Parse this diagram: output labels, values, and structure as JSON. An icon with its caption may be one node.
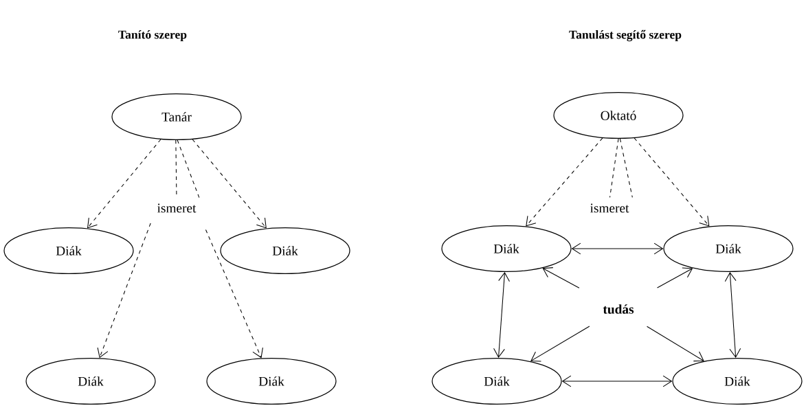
{
  "diagram": {
    "nodes": [
      {
        "text": [
          "Tanár"
        ]
      },
      {
        "text": [
          "ismeret"
        ]
      },
      {
        "text": [
          "Diák"
        ]
      },
      {
        "text": [
          "Diák"
        ]
      },
      {
        "text": [
          "Diák"
        ]
      },
      {
        "text": [
          "Diák"
        ]
      },
      {
        "text": [
          "Oktató"
        ]
      },
      {
        "text": [
          "ismeret"
        ]
      },
      {
        "text": [
          "Diák"
        ]
      },
      {
        "text": [
          "Diák"
        ]
      },
      {
        "text": [
          "tudás"
        ]
      },
      {
        "text": [
          "Diák"
        ]
      },
      {
        "text": [
          "Diák"
        ]
      }
    ],
    "edges": [
      {
        "from": 0,
        "to": 2,
        "arrow": "to",
        "style": "dashed"
      },
      {
        "from": 0,
        "to": 3,
        "arrow": "to",
        "style": "dashed"
      },
      {
        "from": 0,
        "to": 1,
        "arrow": "none",
        "style": "dashed"
      },
      {
        "from": 0,
        "to": 1,
        "arrow": "none",
        "style": "dashed"
      },
      {
        "from": 1,
        "to": 4,
        "arrow": "to",
        "style": "dashed"
      },
      {
        "from": 1,
        "to": 5,
        "arrow": "to",
        "style": "dashed"
      },
      {
        "from": 6,
        "to": 8,
        "arrow": "to",
        "style": "dashed"
      },
      {
        "from": 6,
        "to": 9,
        "arrow": "to",
        "style": "dashed"
      },
      {
        "from": 6,
        "to": 7,
        "arrow": "none",
        "style": "dashed"
      },
      {
        "from": 6,
        "to": 7,
        "arrow": "none",
        "style": "dashed"
      },
      {
        "from": 8,
        "to": 9,
        "arrow": "both"
      },
      {
        "from": 8,
        "to": 11,
        "arrow": "both"
      },
      {
        "from": 9,
        "to": 12,
        "arrow": "both"
      },
      {
        "from": 11,
        "to": 12,
        "arrow": "both"
      },
      {
        "from": 10,
        "to": 8,
        "arrow": "to"
      },
      {
        "from": 10,
        "to": 9,
        "arrow": "to"
      },
      {
        "from": 10,
        "to": 11,
        "arrow": "to"
      },
      {
        "from": 10,
        "to": 12,
        "arrow": "to"
      }
    ],
    "labels": [
      "Tanító szerep",
      "Tanulást segítő szerep"
    ]
  }
}
